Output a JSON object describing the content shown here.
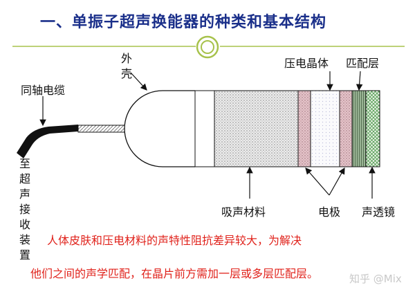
{
  "title": "一、单振子超声换能器的种类和基本结构",
  "labels": {
    "shell": "外壳",
    "coax": "同轴电缆",
    "receiver": "至超声接收装置",
    "piezo": "压电晶体",
    "matching": "匹配层",
    "absorber": "吸声材料",
    "electrode": "电极",
    "lens": "声透镜"
  },
  "note": {
    "line1": "人体皮肤和压电材料的声特性阻抗差异较大，为解决",
    "line2": "他们之间的声学匹配，在晶片前方需加一层或多层匹配层。"
  },
  "watermark": "知乎 @Mix",
  "colors": {
    "title": "#1a2f8a",
    "note": "#e0221b",
    "ornament": "#a7c24b",
    "electrode": "#c2909a",
    "matching": "#7f9e7a",
    "lens": "#5d9c5d"
  }
}
